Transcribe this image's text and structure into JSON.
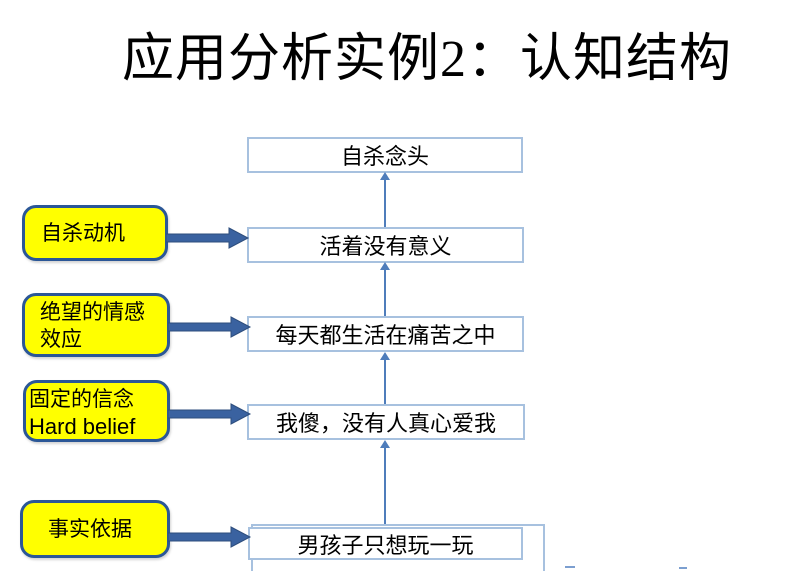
{
  "title": "应用分析实例2：认知结构",
  "chain": {
    "box1": "自杀念头",
    "box2": "活着没有意义",
    "box3": "每天都生活在痛苦之中",
    "box4": "我傻，没有人真心爱我",
    "box5": "男孩子只想玩一玩"
  },
  "callouts": {
    "motive": {
      "line1": "自杀动机"
    },
    "emotion": {
      "line1": "绝望的情感",
      "line2": "效应"
    },
    "belief": {
      "line1": "固定的信念",
      "line2": "Hard belief"
    },
    "fact": {
      "line1": "事实依据"
    }
  },
  "colors": {
    "callout_fill": "#FFFF00",
    "callout_border": "#2B5797",
    "chain_box_border": "#A7C1DF",
    "connector_blue": "#4F7DBB",
    "thick_arrow_fill": "#3A62A0",
    "thick_arrow_outline": "#2E4E7D",
    "text": "#000000"
  }
}
